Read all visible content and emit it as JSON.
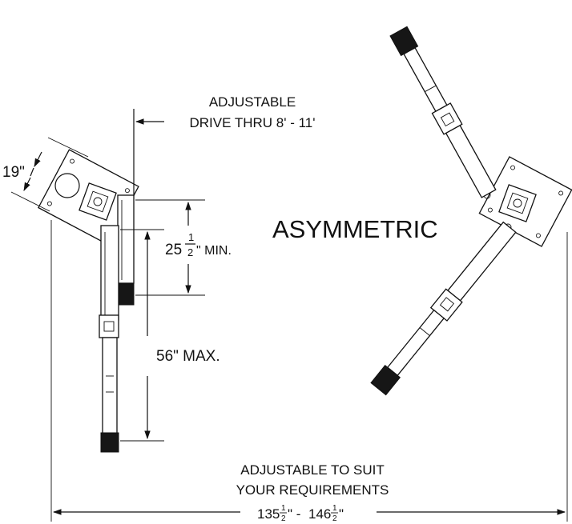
{
  "labels": {
    "drive_thru_line1": "ADJUSTABLE",
    "drive_thru_line2": "DRIVE THRU 8' - 11'",
    "plate_width": "19\"",
    "min_whole": "25",
    "min_frac_num": "1",
    "min_frac_den": "2",
    "min_suffix": "\" MIN.",
    "max_label": "56\" MAX.",
    "title": "ASYMMETRIC",
    "suit_line1": "ADJUSTABLE TO SUIT",
    "suit_line2": "YOUR REQUIREMENTS",
    "range_start_whole": "135",
    "range_frac_num_1": "1",
    "range_frac_den_1": "2",
    "range_separator": "\" - ",
    "range_end_whole": "146",
    "range_frac_num_2": "1",
    "range_frac_den_2": "2",
    "range_end_suffix": "\""
  }
}
